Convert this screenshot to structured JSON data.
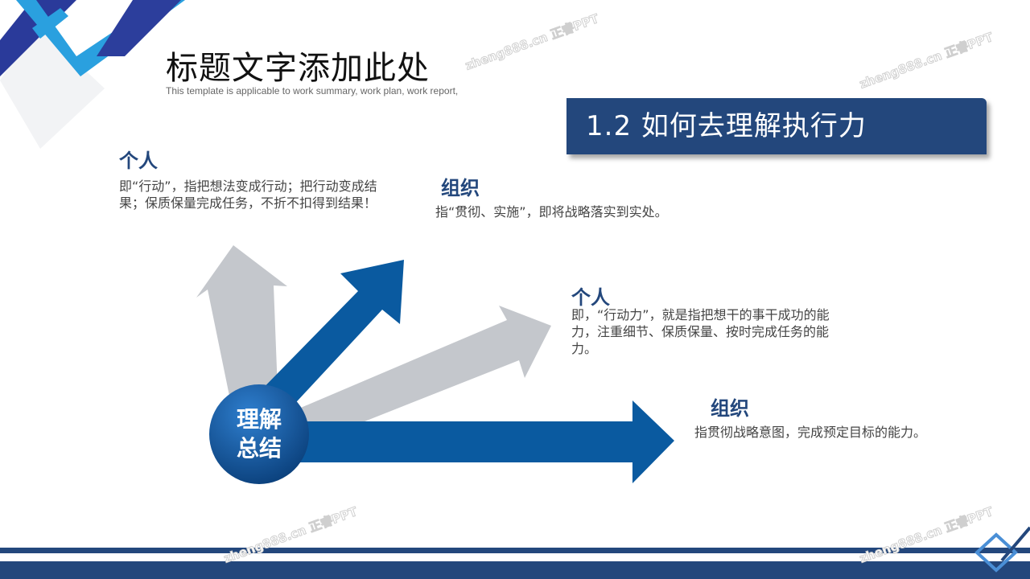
{
  "header": {
    "title": "标题文字添加此处",
    "subtitle": "This template is applicable  to work summary, work plan, work report,"
  },
  "banner": {
    "label": "1.2 如何去理解执行力"
  },
  "center": {
    "label_line1": "理解",
    "label_line2": "总结"
  },
  "blocks": [
    {
      "heading": "个人",
      "text": "即“行动”，指把想法变成行动；把行动变成结果；保质保量完成任务，不折不扣得到结果！"
    },
    {
      "heading": "组织",
      "text": "指“贯彻、实施”，即将战略落实到实处。"
    },
    {
      "heading": "个人",
      "text": "即，“行动力”，就是指把想干的事干成功的能力，注重细节、保质保量、按时完成任务的能力。"
    },
    {
      "heading": "组织",
      "text": "指贯彻战略意图，完成预定目标的能力。"
    }
  ],
  "watermark": "zheng888.cn 正睿PPT",
  "colors": {
    "primary": "#23477c",
    "arrow_blue": "#0a5aa0",
    "arrow_gray": "#c4c7cc"
  }
}
